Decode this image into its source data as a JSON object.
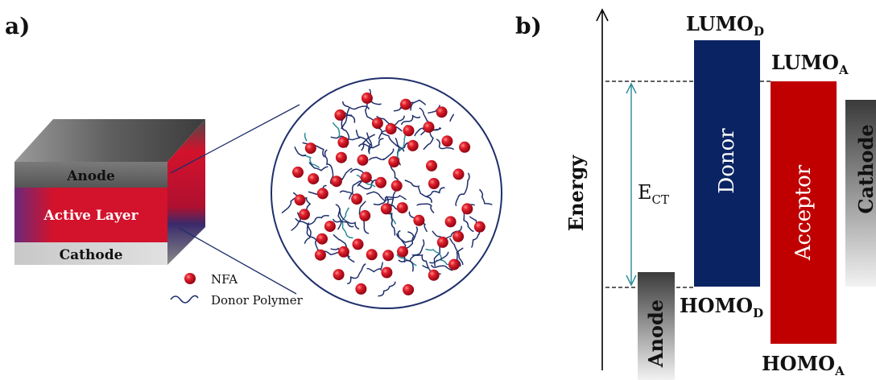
{
  "panel_a": {
    "label": "a)",
    "device": {
      "anode": "Anode",
      "active_layer": "Active Layer",
      "cathode": "Cathode"
    },
    "legend": {
      "nfa": "NFA",
      "donor_polymer": "Donor Polymer"
    },
    "colors": {
      "nfa": "#c0101c",
      "polymer": "#1f2f6b",
      "active_layer": "#d3122c"
    }
  },
  "panel_b": {
    "label": "b)",
    "axis_label": "Energy",
    "donor_label": "Donor",
    "acceptor_label": "Acceptor",
    "anode_label": "Anode",
    "cathode_label": "Cathode",
    "lumo_d": {
      "main": "LUMO",
      "sub": "D"
    },
    "lumo_a": {
      "main": "LUMO",
      "sub": "A"
    },
    "homo_d": {
      "main": "HOMO",
      "sub": "D"
    },
    "homo_a": {
      "main": "HOMO",
      "sub": "A"
    },
    "ect": {
      "main": "E",
      "sub": "CT"
    },
    "colors": {
      "donor": "#0a2463",
      "acceptor": "#c00000"
    }
  }
}
